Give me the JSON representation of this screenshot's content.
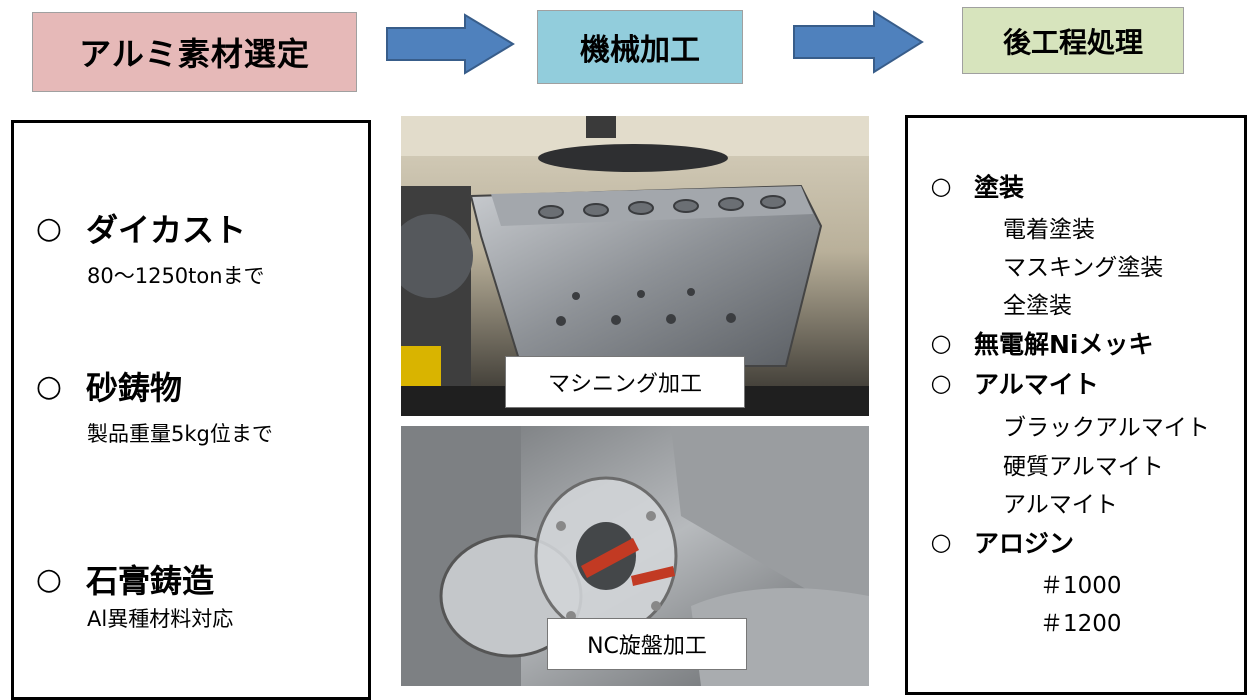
{
  "steps": {
    "material": "アルミ素材選定",
    "machining": "機械加工",
    "post_process": "後工程処理"
  },
  "material_methods": [
    {
      "mark": "○",
      "title": "ダイカスト",
      "note": "80～1250tonまで"
    },
    {
      "mark": "○",
      "title": "砂鋳物",
      "note": "製品重量5kg位まで"
    },
    {
      "mark": "○",
      "title": "石膏鋳造",
      "note": "Al異種材料対応"
    }
  ],
  "machining_photos": [
    {
      "caption": "マシニング加工"
    },
    {
      "caption": "NC旋盤加工"
    }
  ],
  "post_treatments": [
    {
      "mark": "○",
      "title": "塗装",
      "items": [
        "電着塗装",
        "マスキング塗装",
        "全塗装"
      ]
    },
    {
      "mark": "○",
      "title": "無電解Niメッキ",
      "items": []
    },
    {
      "mark": "○",
      "title": "アルマイト",
      "items": [
        "ブラックアルマイト",
        "硬質アルマイト",
        "アルマイト"
      ]
    },
    {
      "mark": "○",
      "title": "アロジン",
      "items": [
        "＃1000",
        "＃1200"
      ]
    }
  ],
  "colors": {
    "material_box": "#e6b9b8",
    "machining_box": "#92cddc",
    "post_process_box": "#d7e4bd",
    "arrow_fill": "#4f81bd",
    "arrow_stroke": "#385d8a"
  }
}
